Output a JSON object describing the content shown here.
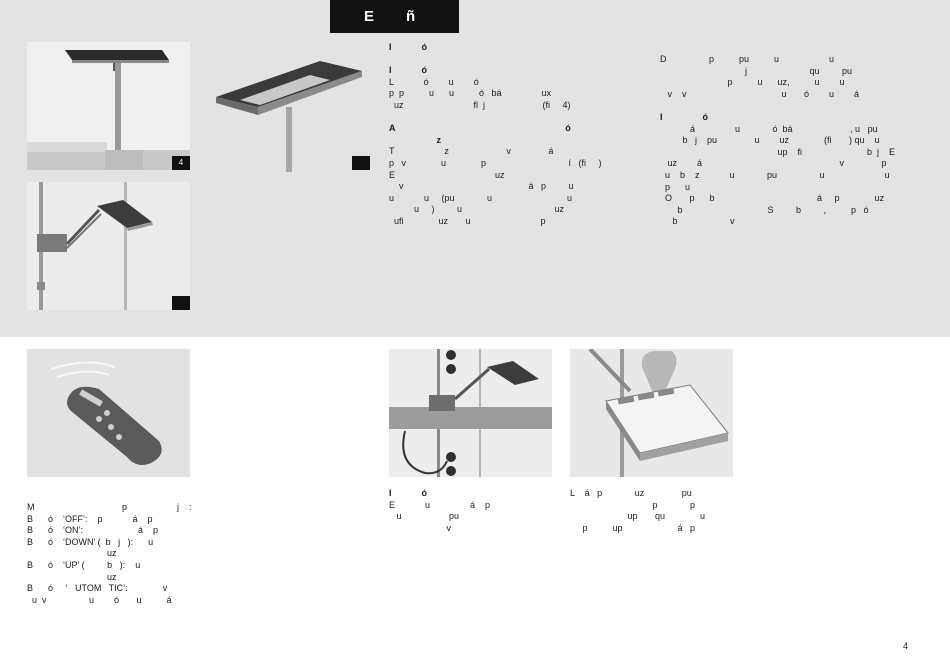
{
  "title": "E      ñ",
  "badges": {
    "b1": "4"
  },
  "col1": [
    {
      "t": "I            ó",
      "b": true
    },
    {
      "t": "",
      "gap": true
    },
    {
      "t": "I            ó",
      "b": true
    },
    {
      "t": "L            ó        u        ó"
    },
    {
      "t": "p  p          u      u          ó   bá                ux"
    },
    {
      "t": "  uz                            fl  j                       (fi     4)"
    },
    {
      "t": "",
      "gap": true
    },
    {
      "t": "A                                                                    ó",
      "b": true
    },
    {
      "t": "                   z",
      "b": true
    },
    {
      "t": "T                    z                       v               á"
    },
    {
      "t": "p   v              u              p                                 í   (fi     )"
    },
    {
      "t": "E                                        uz"
    },
    {
      "t": "    v                                                  á   p         u"
    },
    {
      "t": "u            u     (pu             u                              u"
    },
    {
      "t": "          u     )         u                                     uz"
    },
    {
      "t": "  ufi              uz       u                            p"
    }
  ],
  "col2": [
    {
      "t": "D                 p          pu          u                    u"
    },
    {
      "t": "                                  j                         qu         pu"
    },
    {
      "t": "                           p          u      uz,          u        u"
    },
    {
      "t": "   v    v                                      u       ó        u        á"
    },
    {
      "t": "",
      "gap": true
    },
    {
      "t": "I                ó",
      "b": true
    },
    {
      "t": "            á                u             ó  bá                       , u   pu"
    },
    {
      "t": "         b   j    pu               u        uz              (fi       ) qu    u"
    },
    {
      "t": "                                               up    fi                          b  j    E"
    },
    {
      "t": "   uz        á                                                       v               p"
    },
    {
      "t": "  u    b    z            u             pu                 u                        u"
    },
    {
      "t": "  p      u"
    },
    {
      "t": "  O       p      b                                         á     p              uz"
    },
    {
      "t": "       b                                  S         b         ,          p   ó"
    },
    {
      "t": "     b                     v"
    }
  ],
  "col3": [
    {
      "t": "M                                   p                    j    :"
    },
    {
      "t": "B      ó    ‘OFF’:    p            á    p"
    },
    {
      "t": "B      ó    ‘ON’:                      á    p"
    },
    {
      "t": "B      ó    ‘DOWN’ (  b   j   ):      u"
    },
    {
      "t": "                                uz"
    },
    {
      "t": "B      ó    ‘UP’ (         b   ):    u"
    },
    {
      "t": "                                uz"
    },
    {
      "t": "B      ó     ‘   UTOM   TIC’:              v"
    },
    {
      "t": "  u  v                 u        ó       u          á"
    }
  ],
  "col4": [
    {
      "t": "I            ó",
      "b": true
    },
    {
      "t": "E            u                á    p"
    },
    {
      "t": "   u                   pu"
    },
    {
      "t": "                       v"
    }
  ],
  "col5": [
    {
      "t": "L    á   p             uz               pu"
    },
    {
      "t": "                                 p             p"
    },
    {
      "t": "                       up       qu              u"
    },
    {
      "t": "     p          up                      á   p"
    }
  ],
  "page_number": "4"
}
